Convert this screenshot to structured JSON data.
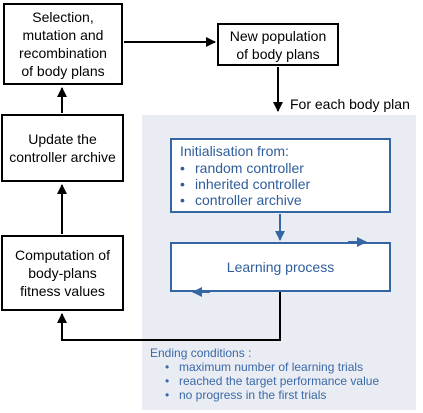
{
  "boxes": {
    "selection": [
      "Selection,",
      "mutation and",
      "recombination",
      "of body plans"
    ],
    "new_population": [
      "New population",
      "of body plans"
    ],
    "update": [
      "Update the",
      "controller archive"
    ],
    "computation": [
      "Computation of",
      "body-plans",
      "fitness values"
    ],
    "initialisation": {
      "title": "Initialisation from:",
      "items": [
        "random controller",
        "inherited controller",
        "controller archive"
      ]
    },
    "learning": "Learning process"
  },
  "for_each": "For each body plan",
  "ending": {
    "title": "Ending conditions :",
    "items": [
      "maximum number of learning trials",
      "reached the target performance value",
      "no progress in the first trials"
    ]
  },
  "colors": {
    "panel": "#e9ecf2",
    "blue_border": "#3566a4",
    "blue_text": "#2f5d9b"
  }
}
